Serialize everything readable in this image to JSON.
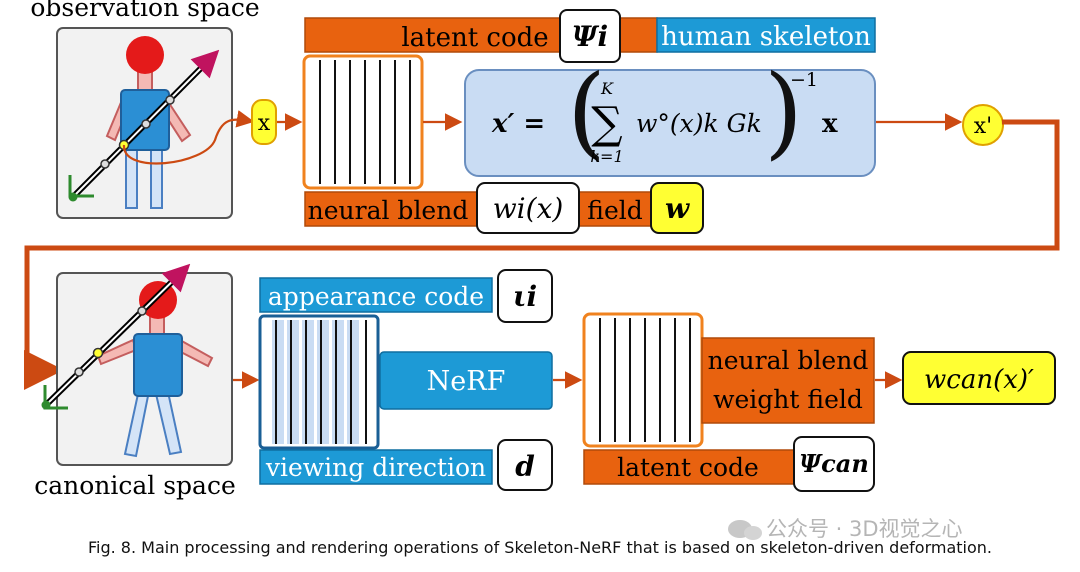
{
  "labels": {
    "observation_space": "observation space",
    "canonical_space": "canonical space",
    "latent_code_top": "latent code",
    "psi_i": "Ψi",
    "human_skeleton": "human skeleton",
    "x_in": "x",
    "formula": {
      "lhs": "x′ =",
      "sum_top": "K",
      "sum_sigma": "∑",
      "sum_bottom": "k=1",
      "term": "w°(x)k Gk",
      "exponent": "−1",
      "rhs": "x"
    },
    "x_prime": "x'",
    "neural_blend": "neural blend",
    "wi_x": "wi(x)",
    "field": "field",
    "w": "w",
    "appearance_code": "appearance code",
    "iota_i": "ιi",
    "nerf": "NeRF",
    "viewing_direction": "viewing direction",
    "d": "d",
    "neural_blend_weight_field_1": "neural blend",
    "neural_blend_weight_field_2": "weight field",
    "latent_code_bottom": "latent code",
    "psi_can": "Ψcan",
    "w_can": "wcan(x)′"
  },
  "caption": "Fig. 8.  Main processing and rendering operations of Skeleton-NeRF that is based on skeleton-driven deformation.",
  "watermark": "公众号 · 3D视觉之心",
  "colors": {
    "orange": "#e8620f",
    "blue": "#1d9ad6",
    "light_blue": "#c9dcf3",
    "yellow": "#ffff33",
    "arrow": "#cc4a12",
    "skin": "#f4b9b4",
    "head": "#e41a1a",
    "torso": "#2b8fd4"
  }
}
